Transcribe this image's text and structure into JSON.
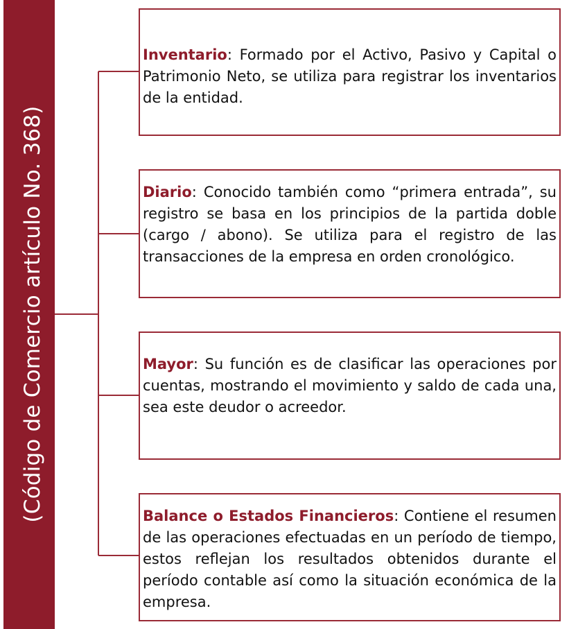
{
  "side_label": "(Código de Comercio artículo No. 368)",
  "colors": {
    "bar": "#8e1c2b",
    "term": "#8e1c2b",
    "border": "#9a2a36",
    "connector": "#9a2a36"
  },
  "books": [
    {
      "term": "Inventario",
      "separator": ":",
      "description": " Formado por el Activo, Pasivo y Capital o Patrimonio Neto, se utiliza para registrar los inventarios de la entidad."
    },
    {
      "term": "Diario",
      "separator": ":",
      "description": " Conocido también como “primera entrada”, su registro se basa en los principios de la partida doble (cargo / abono). Se utiliza para el registro de las transacciones de la empresa en orden cronológico."
    },
    {
      "term": "Mayor",
      "separator": ":",
      "description": " Su función es de clasificar las operaciones por cuentas, mostrando el movimiento y saldo de cada una, sea este deudor o acreedor."
    },
    {
      "term": "Balance o Estados Financieros",
      "separator": ":",
      "description": " Contiene el resumen de las operaciones efectuadas en un período de tiempo, estos reflejan los resultados obtenidos durante el período contable así como la situación económica de la empresa."
    }
  ]
}
